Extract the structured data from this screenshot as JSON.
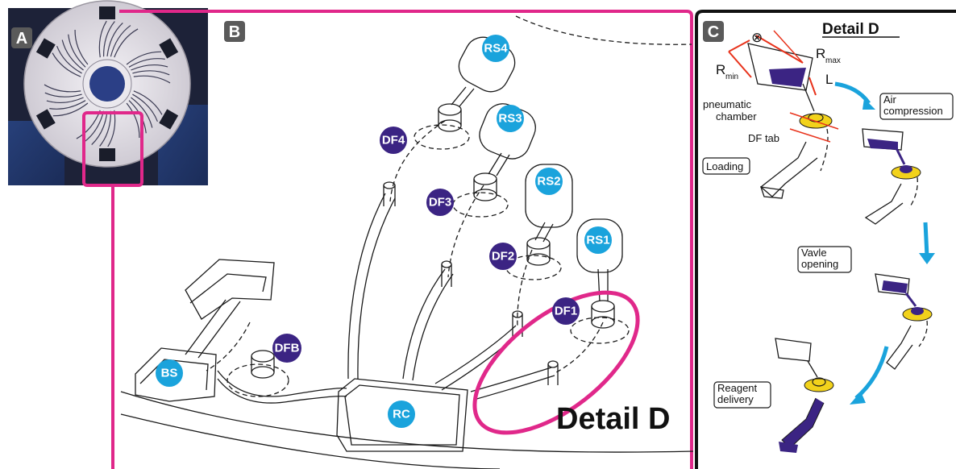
{
  "colors": {
    "magenta": "#e0288a",
    "cyan": "#1aa3dc",
    "purple": "#3b2483",
    "yellow": "#f2d21b",
    "red": "#e8331c",
    "arrow": "#1aa3dc",
    "badge": "#5a5a5a"
  },
  "panels": {
    "a": {
      "letter": "A"
    },
    "b": {
      "letter": "B",
      "detail_label": "Detail D"
    },
    "c": {
      "letter": "C",
      "title": "Detail D"
    }
  },
  "reservoirs": {
    "rs4": "RS4",
    "rs3": "RS3",
    "rs2": "RS2",
    "rs1": "RS1",
    "bs": "BS",
    "rc": "RC"
  },
  "dissolvable_films": {
    "df4": "DF4",
    "df3": "DF3",
    "df2": "DF2",
    "df1": "DF1",
    "dfb": "DFB"
  },
  "detail": {
    "r_symbol": "R",
    "r_min_sub": "min",
    "r_max_sub": "max",
    "l_symbol": "L",
    "theta_symbol": "⊗",
    "pneumatic_chamber_line1": "pneumatic",
    "pneumatic_chamber_line2": "chamber",
    "df_tab": "DF tab",
    "steps": {
      "loading": "Loading",
      "air_line1": "Air",
      "air_line2": "compression",
      "valve_line1": "Vavle",
      "valve_line2": "opening",
      "reagent_line1": "Reagent",
      "reagent_line2": "delivery"
    }
  }
}
